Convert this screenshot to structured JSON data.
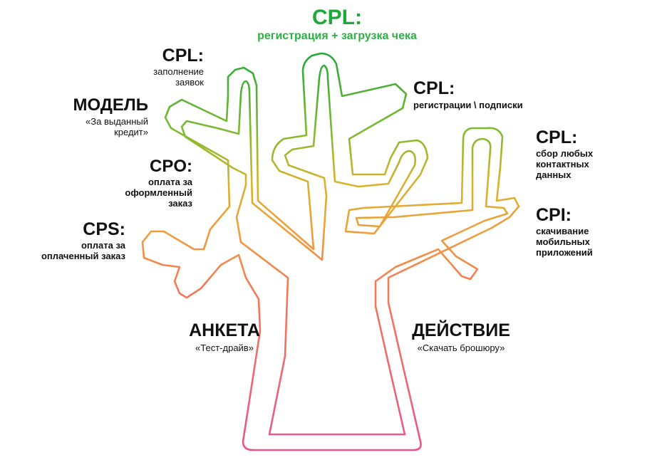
{
  "top": {
    "title": "CPL:",
    "subtitle": "регистрация + загрузка чека"
  },
  "labels": [
    {
      "id": "cpl-applications",
      "title": "CPL:",
      "lines": [
        "заполнение",
        "заявок"
      ]
    },
    {
      "id": "model-credit",
      "title": "МОДЕЛЬ",
      "lines": [
        "«За выданный",
        "кредит»"
      ]
    },
    {
      "id": "cpo",
      "title": "CPO:",
      "lines": [
        "оплата за",
        "оформленный",
        "заказ"
      ]
    },
    {
      "id": "cps",
      "title": "CPS:",
      "lines": [
        "оплата за",
        "оплаченный заказ"
      ]
    },
    {
      "id": "cpl-subscriptions",
      "title": "CPL:",
      "lines": [
        "регистрации \\ подписки"
      ]
    },
    {
      "id": "cpl-contacts",
      "title": "CPL:",
      "lines": [
        "сбор любых",
        "контактных",
        "данных"
      ]
    },
    {
      "id": "cpi",
      "title": "CPI:",
      "lines": [
        "скачивание",
        "мобильных",
        "приложений"
      ]
    },
    {
      "id": "anketa",
      "title": "АНКЕТА",
      "lines": [
        "«Тест-драйв»"
      ]
    },
    {
      "id": "action",
      "title": "ДЕЙСТВИЕ",
      "lines": [
        "«Скачать брошюру»"
      ]
    }
  ],
  "colors": {
    "top": "#1fa83a",
    "bottom": "#e8548e",
    "mid": "#f2a13c",
    "upper_mid": "#b9c62d"
  }
}
